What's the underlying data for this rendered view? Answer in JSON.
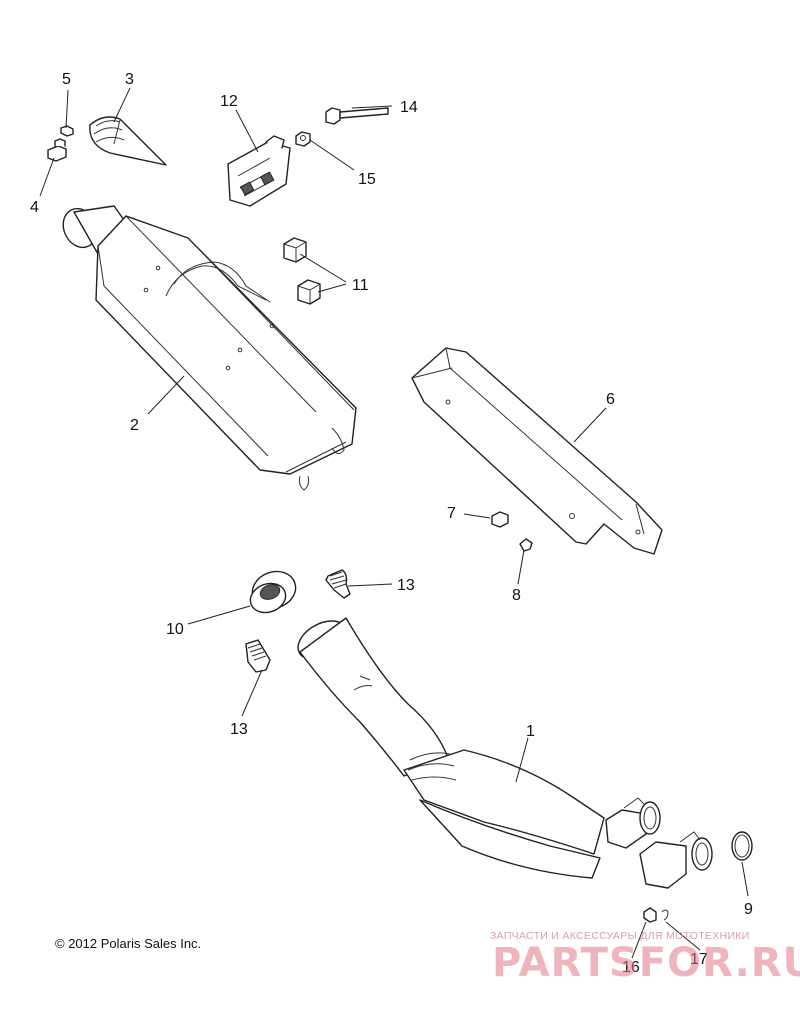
{
  "callouts": {
    "c1": "1",
    "c2": "2",
    "c3": "3",
    "c4": "4",
    "c5": "5",
    "c6": "6",
    "c7": "7",
    "c8": "8",
    "c9": "9",
    "c10": "10",
    "c11": "11",
    "c12": "12",
    "c13a": "13",
    "c13b": "13",
    "c14": "14",
    "c15": "15",
    "c16": "16",
    "c17": "17"
  },
  "footer": {
    "copyright": "© 2012 Polaris Sales Inc."
  },
  "watermark": {
    "tagline": "ЗАПЧАСТИ И АКСЕССУАРЫ ДЛЯ МОТОТЕХНИКИ",
    "brand": "PARTSFOR.RU"
  }
}
